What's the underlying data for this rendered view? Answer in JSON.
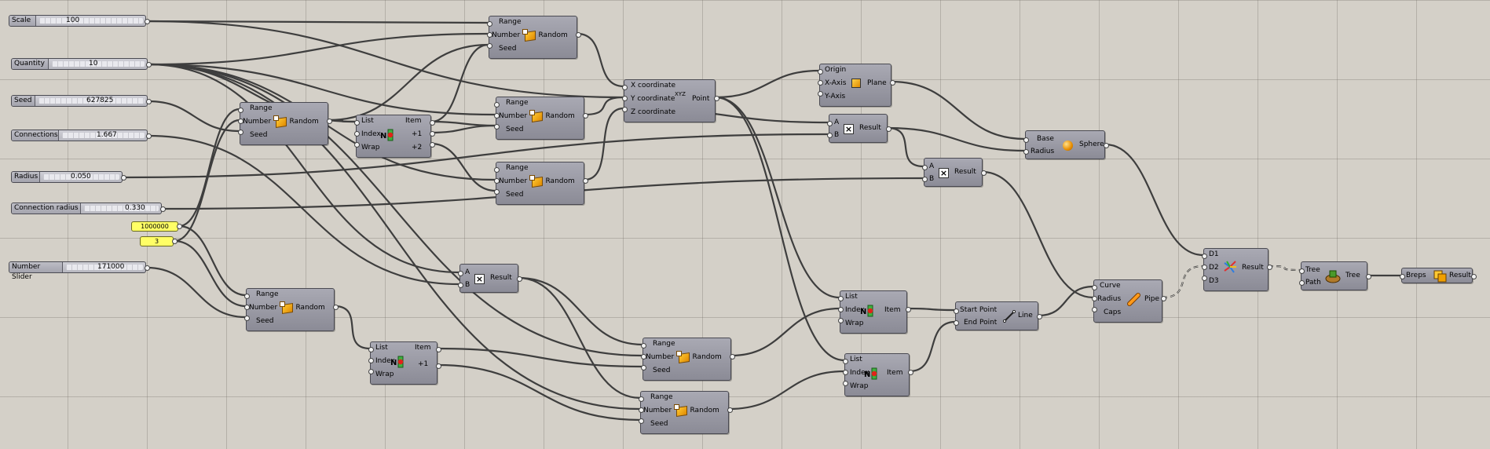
{
  "colors": {
    "canvas": "#d4d0c8",
    "component": "#9d9da7",
    "wire": "#3e3e3e",
    "panel": "#ffff66"
  },
  "sliders": {
    "scale": {
      "label": "Scale",
      "value": "100"
    },
    "quantity": {
      "label": "Quantity",
      "value": "10"
    },
    "seed": {
      "label": "Seed",
      "value": "627825"
    },
    "connections": {
      "label": "Connections",
      "value": "1.667"
    },
    "radius": {
      "label": "Radius",
      "value": "0.050"
    },
    "connection_radius": {
      "label": "Connection radius",
      "value": "0.330"
    },
    "number_slider": {
      "label": "Number Slider",
      "value": "171000"
    }
  },
  "panels": {
    "p1": "1000000",
    "p2": "3"
  },
  "random": {
    "name": "Random",
    "in": [
      "Range",
      "Number",
      "Seed"
    ]
  },
  "list_item": {
    "name": "Item",
    "in": [
      "List",
      "Index",
      "Wrap"
    ],
    "out2": "+1",
    "out3": "+2",
    "icon": "N"
  },
  "mult": {
    "in": [
      "A",
      "B"
    ],
    "out": "Result"
  },
  "point": {
    "in": [
      "X coordinate",
      "Y coordinate",
      "Z coordinate"
    ],
    "out": "Point",
    "icon": "XYZ"
  },
  "plane": {
    "in": [
      "Origin",
      "X-Axis",
      "Y-Axis"
    ],
    "out": "Plane"
  },
  "sphere": {
    "in": [
      "Base",
      "Radius"
    ],
    "out": "Sphere"
  },
  "line": {
    "in": [
      "Start Point",
      "End Point"
    ],
    "out": "Line"
  },
  "pipe": {
    "in": [
      "Curve",
      "Radius",
      "Caps"
    ],
    "out": "Pipe"
  },
  "merge": {
    "in": [
      "D1",
      "D2",
      "D3"
    ],
    "out": "Result"
  },
  "tree": {
    "in": [
      "Tree",
      "Path"
    ],
    "out": "Tree"
  },
  "union": {
    "in": "Breps",
    "out": "Result"
  }
}
